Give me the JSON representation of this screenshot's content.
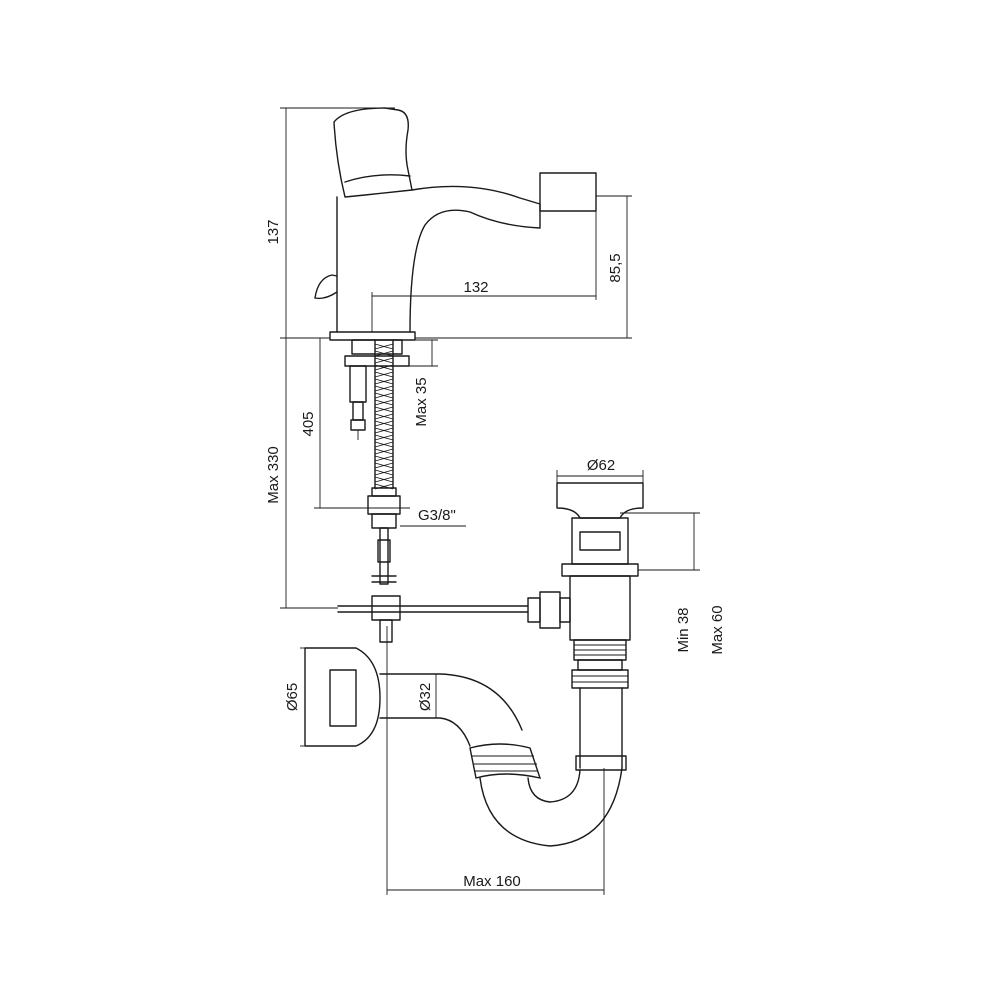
{
  "dimensions": {
    "height_total": "137",
    "spout_height": "85,5",
    "spout_reach": "132",
    "hose_length": "405",
    "max_thickness": "Max 35",
    "max_depth": "Max 330",
    "connection": "G3/8\"",
    "waste_diameter": "Ø62",
    "min_38": "Min 38",
    "max_60": "Max 60",
    "wall_flange": "Ø65",
    "pipe_diameter": "Ø32",
    "max_160": "Max 160"
  },
  "colors": {
    "line": "#1a1a1a",
    "background": "#ffffff"
  }
}
